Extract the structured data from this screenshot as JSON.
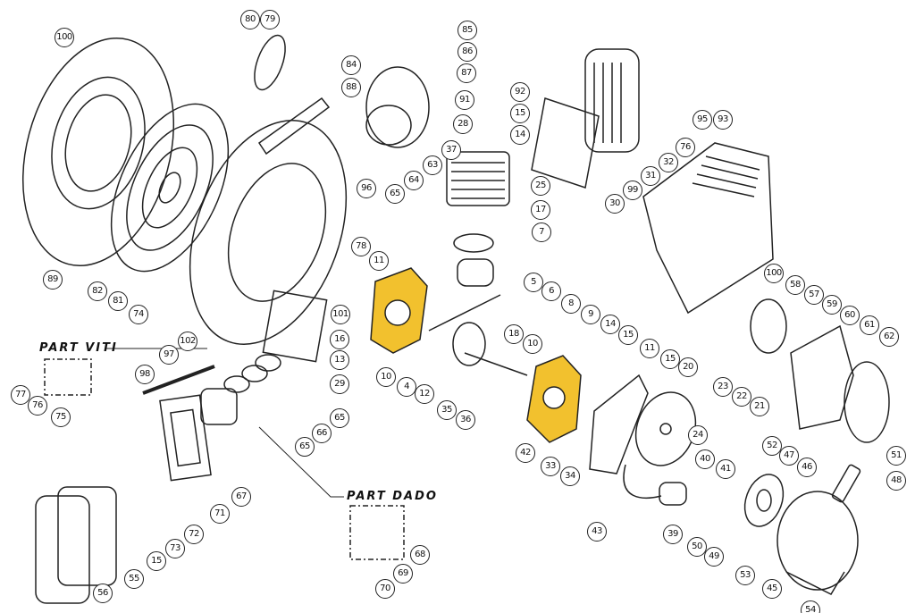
{
  "title": "Exploded parts diagram",
  "highlight_color": "#f2c12e",
  "group_labels": {
    "part_viti": "PART VITI",
    "part_dado": "PART DADO"
  },
  "callouts": [
    "100",
    "80",
    "79",
    "85",
    "86",
    "84",
    "87",
    "88",
    "92",
    "91",
    "15",
    "28",
    "14",
    "37",
    "63",
    "96",
    "64",
    "65",
    "25",
    "17",
    "7",
    "30",
    "31",
    "32",
    "99",
    "76",
    "95",
    "93",
    "89",
    "82",
    "81",
    "74",
    "78",
    "11",
    "101",
    "16",
    "13",
    "5",
    "6",
    "8",
    "9",
    "14",
    "15",
    "11",
    "15",
    "20",
    "18",
    "10",
    "10",
    "4",
    "12",
    "102",
    "97",
    "98",
    "77",
    "76",
    "75",
    "29",
    "65",
    "66",
    "65",
    "35",
    "36",
    "42",
    "33",
    "34",
    "23",
    "22",
    "21",
    "24",
    "52",
    "47",
    "46",
    "51",
    "48",
    "40",
    "41",
    "67",
    "71",
    "72",
    "73",
    "15",
    "55",
    "56",
    "43",
    "39",
    "50",
    "49",
    "53",
    "45",
    "54",
    "68",
    "69",
    "70",
    "100",
    "58",
    "57",
    "59",
    "60",
    "61",
    "62"
  ]
}
